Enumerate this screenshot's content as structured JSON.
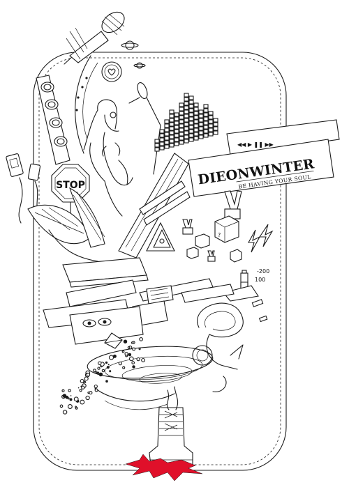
{
  "poster": {
    "title": "DIEONWINTER",
    "tagline": "BE HAVING YOUR SOUL",
    "stop_sign": "STOP",
    "media_controls": "◀◀ ▶ ❚❚ ▶▶",
    "question_mark": "?",
    "counter_top": "-200",
    "counter_bottom": "100"
  },
  "colors": {
    "ink": "#1a1a1a",
    "paper": "#ffffff",
    "blood": "#e0102a"
  }
}
